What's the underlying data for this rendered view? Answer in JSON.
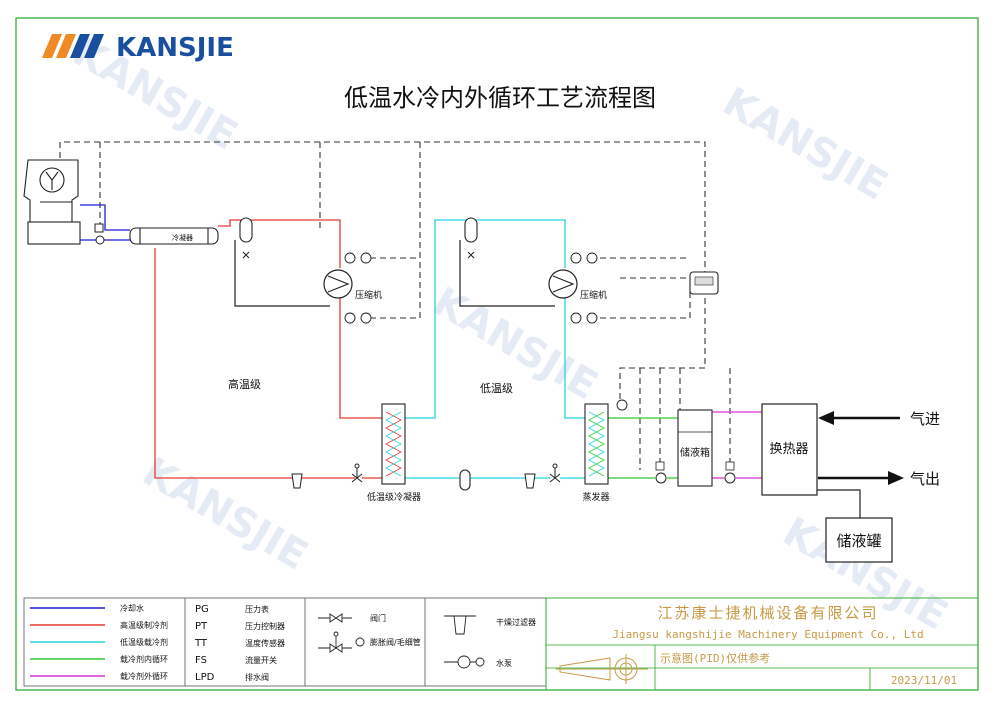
{
  "brand": {
    "logo_text": "KANSJIE",
    "watermark": "KANSJIE"
  },
  "title": "低温水冷内外循环工艺流程图",
  "labels": {
    "condenser": "冷凝器",
    "compressor_high": "压缩机",
    "compressor_low": "压缩机",
    "high_stage": "高温级",
    "low_stage": "低温级",
    "cascade_condenser": "低温级冷凝器",
    "evaporator": "蒸发器",
    "liquid_tank": "储液箱",
    "heat_exchanger": "换热器",
    "gas_in": "气进",
    "gas_out": "气出",
    "storage_tank": "储液罐"
  },
  "legend": {
    "lines": [
      {
        "label": "冷却水",
        "color": "#1f1fd6"
      },
      {
        "label": "高温级制冷剂",
        "color": "#e53935"
      },
      {
        "label": "低温级载冷剂",
        "color": "#29d3e0"
      },
      {
        "label": "载冷剂内循环",
        "color": "#32c832"
      },
      {
        "label": "载冷剂外循环",
        "color": "#d633d6"
      }
    ],
    "abbrev": [
      {
        "code": "PG",
        "desc": "压力表"
      },
      {
        "code": "PT",
        "desc": "压力控制器"
      },
      {
        "code": "TT",
        "desc": "温度传感器"
      },
      {
        "code": "FS",
        "desc": "流量开关"
      },
      {
        "code": "LPD",
        "desc": "排水阀"
      }
    ],
    "symbols": [
      {
        "desc": "阀门"
      },
      {
        "desc": "膨胀阀/毛细管"
      },
      {
        "desc": "干燥过滤器"
      },
      {
        "desc": "水泵"
      }
    ]
  },
  "title_block": {
    "company_cn": "江苏康士捷机械设备有限公司",
    "company_en": "Jiangsu kangshijie Machinery Equipment Co., Ltd",
    "note": "示意图(PID)仅供参考",
    "date": "2023/11/01"
  },
  "colors": {
    "cooling_water": "#1f1fd6",
    "high_refrigerant": "#e53935",
    "low_refrigerant": "#29d3e0",
    "inner_loop": "#32c832",
    "outer_loop": "#d633d6",
    "frame": "#22aa22",
    "title_block_text": "#c89a46",
    "logo_blue": "#1a4fa0",
    "logo_orange": "#f08a24"
  }
}
